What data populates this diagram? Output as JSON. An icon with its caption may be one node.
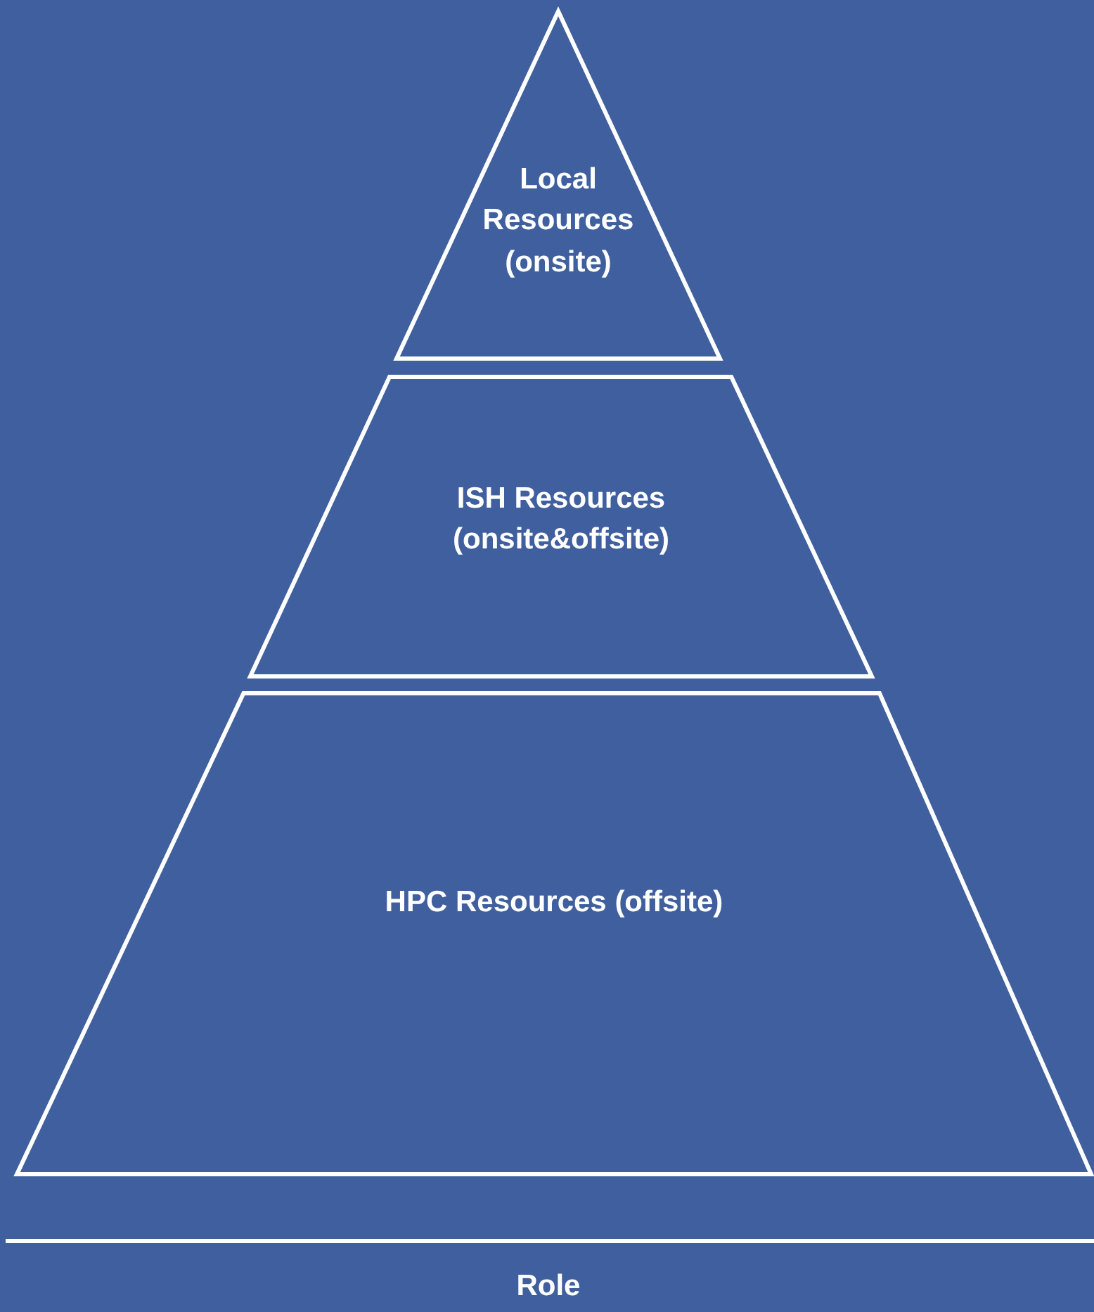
{
  "diagram": {
    "nodes": [
      {
        "text": [
          "Local Resources (onsite)"
        ]
      },
      {
        "text": [
          "ISH Resources (onsite&offsite)"
        ]
      },
      {
        "text": [
          "HPC Resources (offsite)"
        ]
      }
    ],
    "labels": [
      "Role"
    ]
  }
}
